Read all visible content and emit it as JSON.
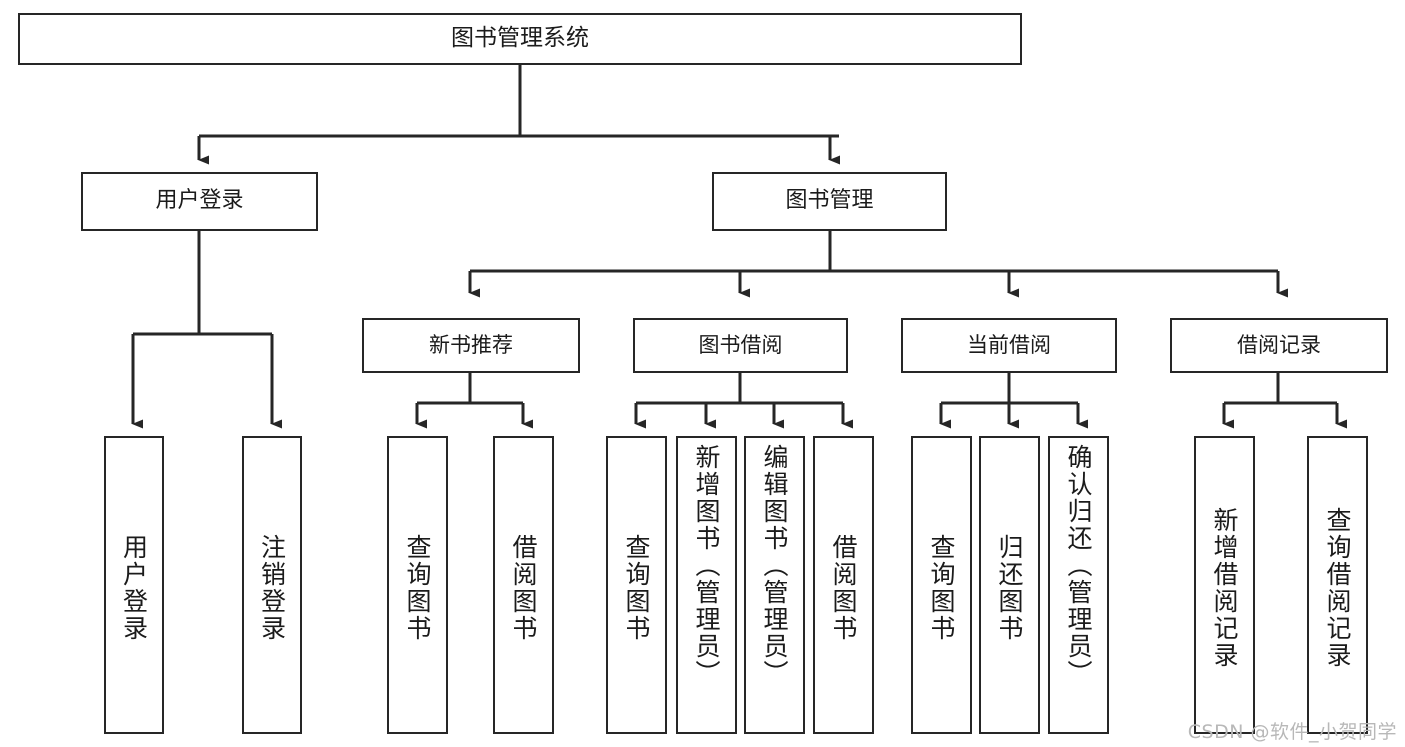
{
  "diagram": {
    "type": "tree-hierarchy",
    "title": "图书管理系统",
    "root": {
      "id": "root",
      "label": "图书管理系统"
    },
    "level2": [
      {
        "id": "user-login",
        "label": "用户登录"
      },
      {
        "id": "book-management",
        "label": "图书管理"
      }
    ],
    "level3": [
      {
        "id": "new-book-recommend",
        "label": "新书推荐",
        "parent": "book-management"
      },
      {
        "id": "book-borrow",
        "label": "图书借阅",
        "parent": "book-management"
      },
      {
        "id": "current-borrow",
        "label": "当前借阅",
        "parent": "book-management"
      },
      {
        "id": "borrow-record",
        "label": "借阅记录",
        "parent": "book-management"
      }
    ],
    "leaves": [
      {
        "id": "leaf-user-login",
        "label": "用户登录",
        "parent": "user-login"
      },
      {
        "id": "leaf-user-logout",
        "label": "注销登录",
        "parent": "user-login"
      },
      {
        "id": "leaf-query-book-1",
        "label": "查询图书",
        "parent": "new-book-recommend"
      },
      {
        "id": "leaf-borrow-book-1",
        "label": "借阅图书",
        "parent": "new-book-recommend"
      },
      {
        "id": "leaf-query-book-2",
        "label": "查询图书",
        "parent": "book-borrow"
      },
      {
        "id": "leaf-add-book",
        "label": "新增图书（管理员）",
        "parent": "book-borrow"
      },
      {
        "id": "leaf-edit-book",
        "label": "编辑图书（管理员）",
        "parent": "book-borrow"
      },
      {
        "id": "leaf-borrow-book-2",
        "label": "借阅图书",
        "parent": "book-borrow"
      },
      {
        "id": "leaf-query-book-3",
        "label": "查询图书",
        "parent": "current-borrow"
      },
      {
        "id": "leaf-return-book",
        "label": "归还图书",
        "parent": "current-borrow"
      },
      {
        "id": "leaf-confirm-return",
        "label": "确认归还（管理员）",
        "parent": "current-borrow"
      },
      {
        "id": "leaf-add-record",
        "label": "新增借阅记录",
        "parent": "borrow-record"
      },
      {
        "id": "leaf-query-record",
        "label": "查询借阅记录",
        "parent": "borrow-record"
      }
    ],
    "colors": {
      "stroke": "#262626",
      "fill": "#ffffff",
      "text": "#1b1b1b",
      "watermark": "#b8b8b8"
    }
  },
  "watermark": {
    "text": "CSDN @软件_小贺同学"
  }
}
